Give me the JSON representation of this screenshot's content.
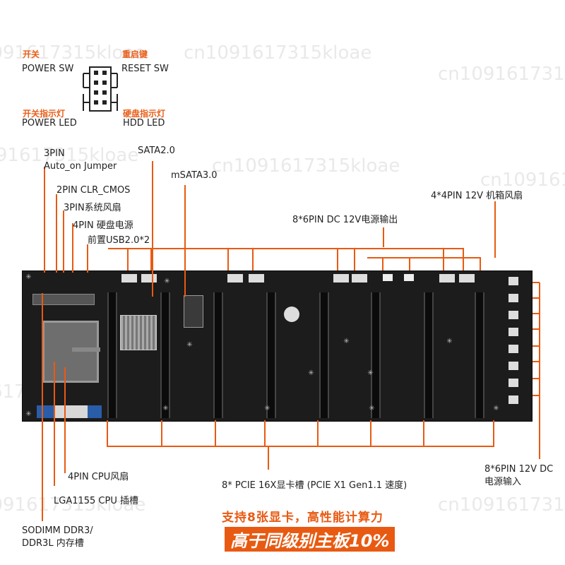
{
  "labels": {
    "power_sw_zh": "开关",
    "power_sw": "POWER SW",
    "reset_sw_zh": "重启键",
    "reset_sw": "RESET SW",
    "power_led_zh": "开关指示灯",
    "power_led": "POWER LED",
    "hdd_led_zh": "硬盘指示灯",
    "hdd_led": "HDD  LED",
    "pin3": "3PIN",
    "auto_on": "Auto_on Jumper",
    "sata": "SATA2.0",
    "msata": "mSATA3.0",
    "clr_cmos": "2PIN CLR_CMOS",
    "sys_fan": "3PIN系统风扇",
    "hdd_power": "4PIN 硬盘电源",
    "front_usb": "前置USB2.0*2",
    "case_fan": "4*4PIN 12V 机箱风扇",
    "dc_out": "8*6PIN DC 12V电源输出",
    "cpu_fan": "4PIN CPU风扇",
    "cpu_socket": "LGA1155 CPU 插槽",
    "pcie": "8* PCIE 16X显卡槽 (PCIE X1 Gen1.1 速度)",
    "dc_in_1": "8*6PIN 12V DC",
    "dc_in_2": "电源输入",
    "sodimm_1": "SODIMM DDR3/",
    "sodimm_2": "DDR3L 内存槽"
  },
  "slogan": {
    "line1": "支持8张显卡，高性能计算力",
    "line2": "高于同级别主板10%"
  },
  "watermark": "cn1091617315kloae",
  "colors": {
    "accent": "#e85a12",
    "board": "#1c1c1c"
  }
}
